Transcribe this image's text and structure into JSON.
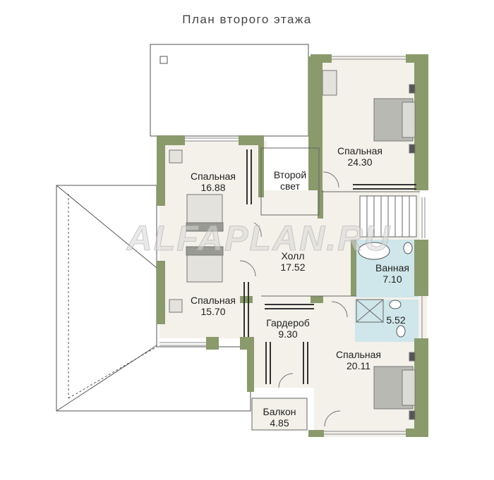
{
  "title": "План второго этажа",
  "watermark": "ALFAPLAN.RU",
  "colors": {
    "wall": "#8a9a6b",
    "wall_dark": "#6f7f52",
    "floor": "#f3f1ea",
    "bath": "#cfe6ea",
    "outline": "#555555"
  },
  "rooms": {
    "bedroom_1": {
      "name": "Спальная",
      "area": "16.88"
    },
    "second_light": {
      "line1": "Второй",
      "line2": "свет"
    },
    "bedroom_2": {
      "name": "Спальная",
      "area": "24.30"
    },
    "hall": {
      "name": "Холл",
      "area": "17.52"
    },
    "bathroom": {
      "name": "Ванная",
      "area": "7.10"
    },
    "shower": {
      "area": "5.52"
    },
    "bedroom_3": {
      "name": "Спальная",
      "area": "15.70"
    },
    "wardrobe": {
      "name": "Гардероб",
      "area": "9.30"
    },
    "bedroom_4": {
      "name": "Спальная",
      "area": "20.11"
    },
    "balcony": {
      "name": "Балкон",
      "area": "4.85"
    }
  }
}
